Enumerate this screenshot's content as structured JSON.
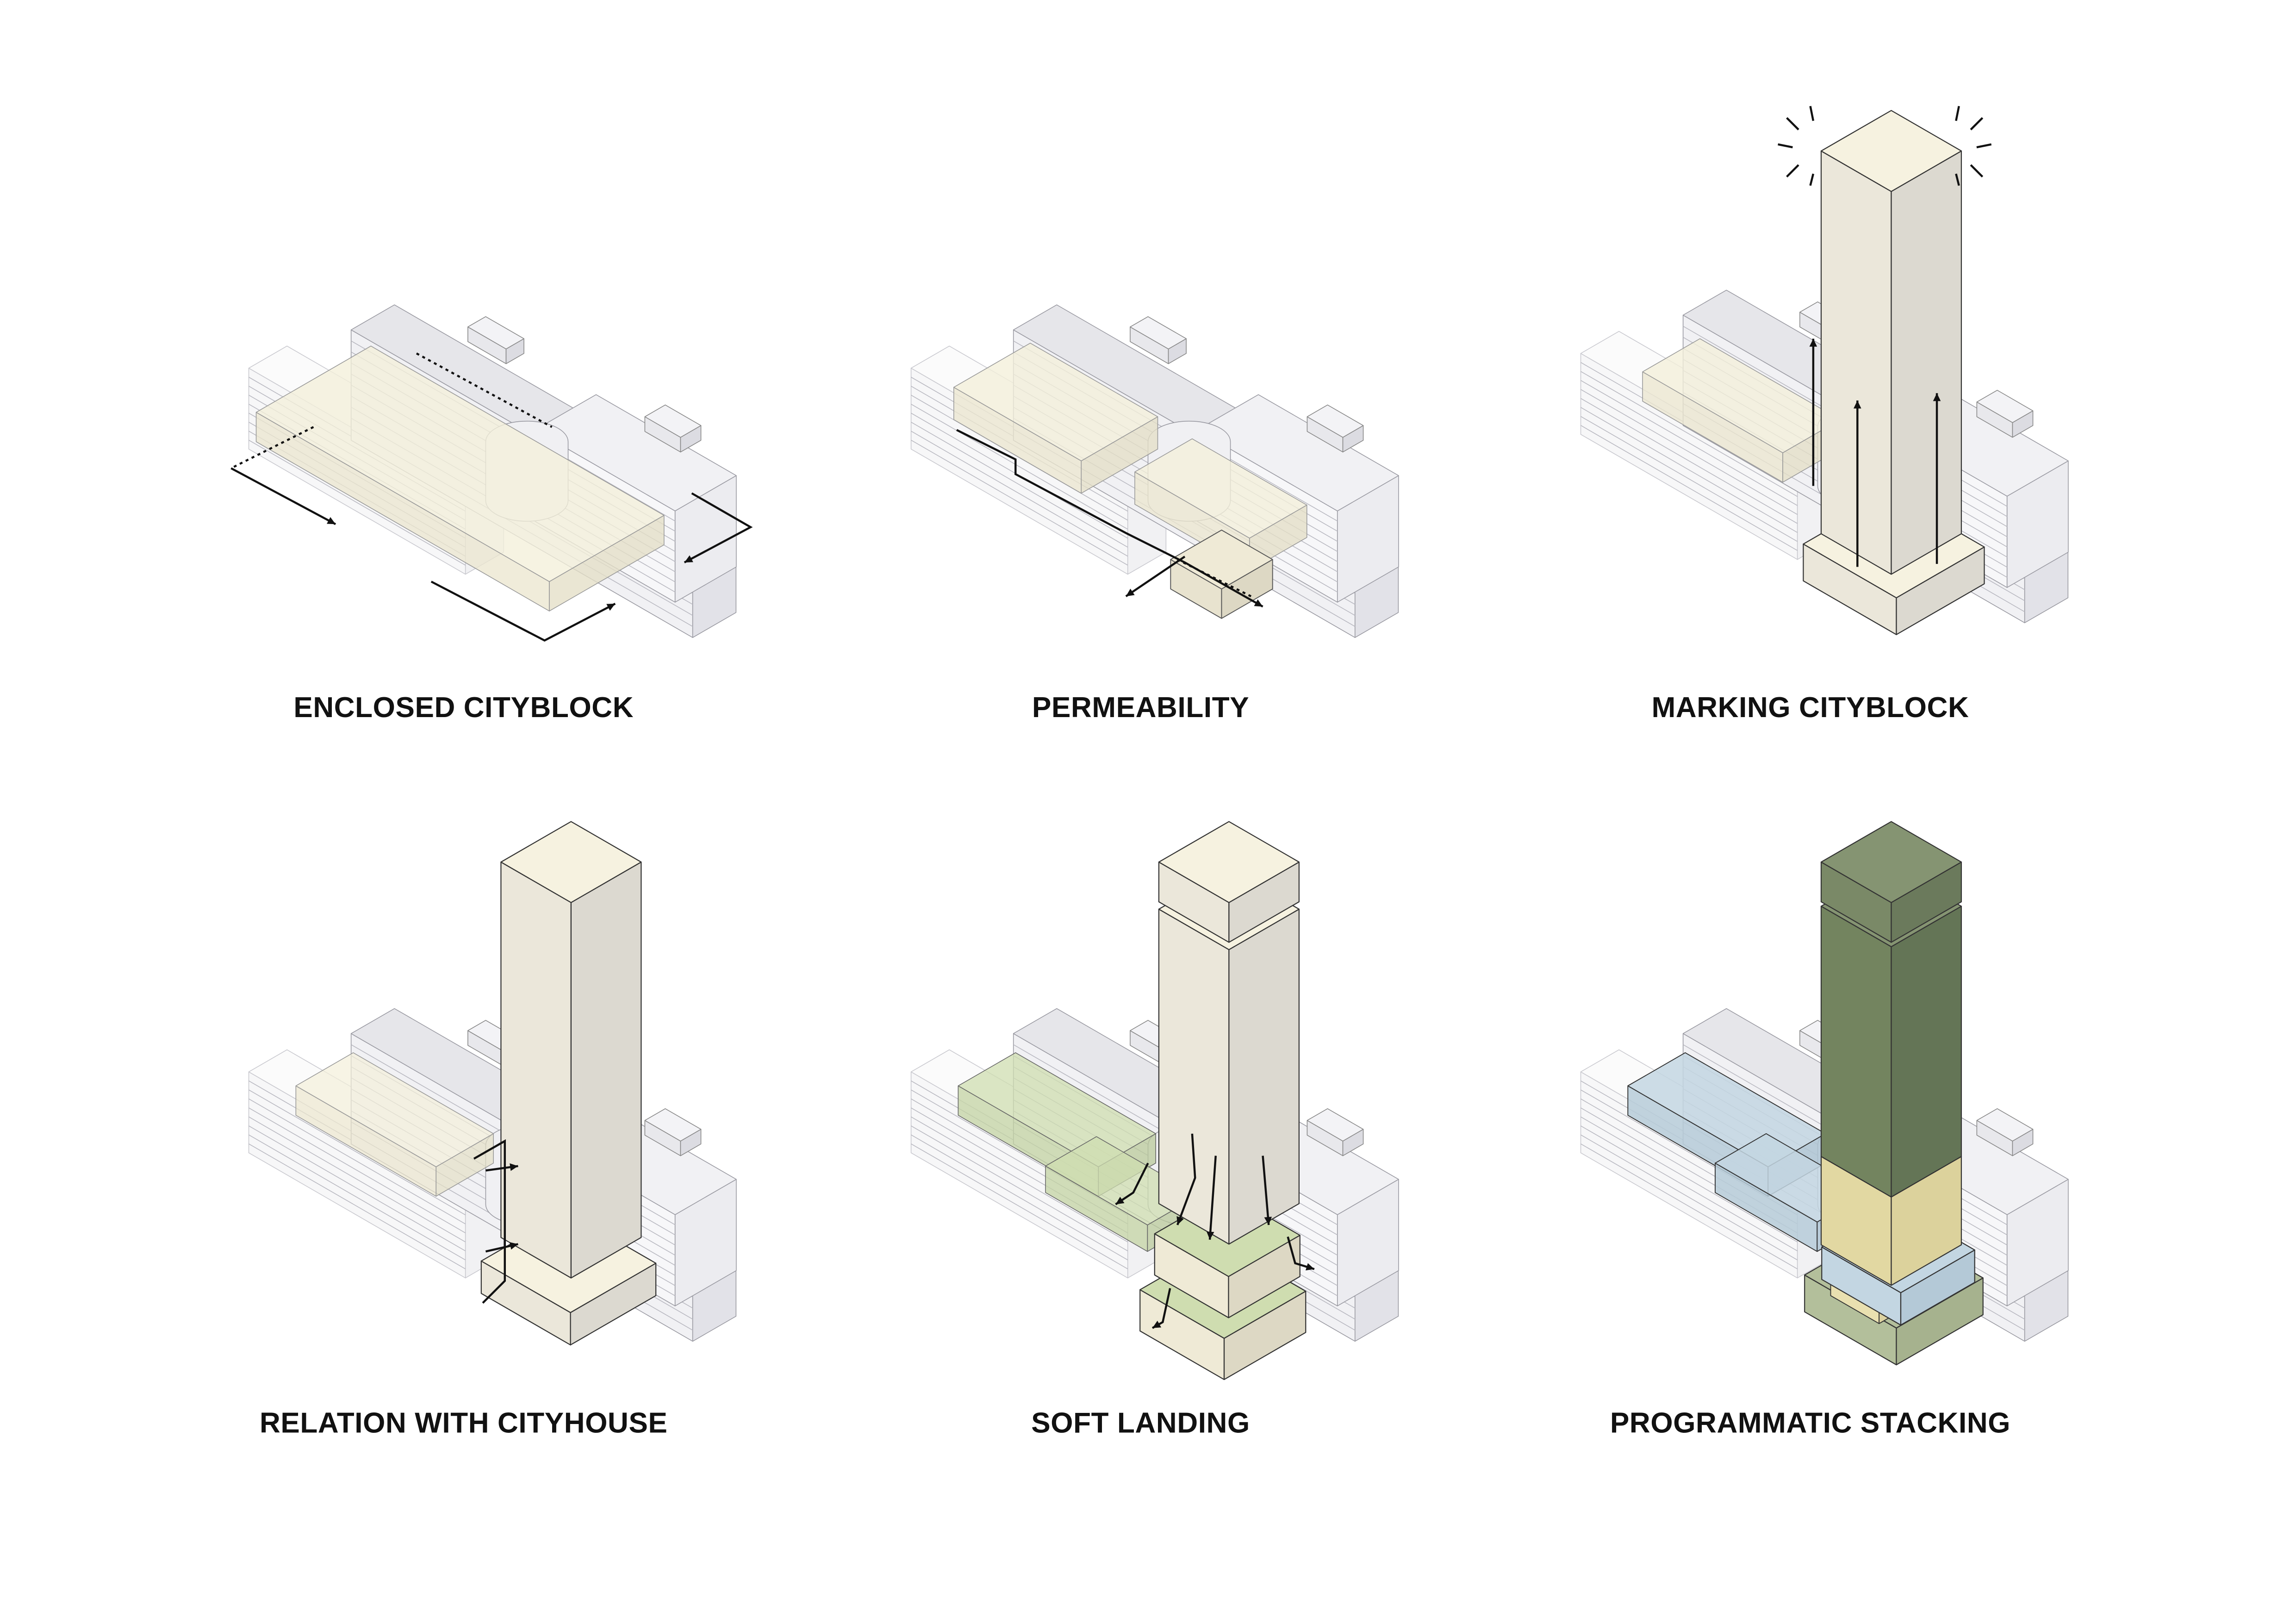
{
  "panels": [
    {
      "label": "ENCLOSED CITYBLOCK"
    },
    {
      "label": "PERMEABILITY"
    },
    {
      "label": "MARKING CITYBLOCK"
    },
    {
      "label": "RELATION WITH CITYHOUSE"
    },
    {
      "label": "SOFT LANDING"
    },
    {
      "label": "PROGRAMMATIC STACKING"
    }
  ],
  "colors": {
    "context_grey": "#e6e6ea",
    "context_white": "#f7f7f7",
    "courtyard_yellow": "#f4f0da",
    "tower_top": "#f6f2e0",
    "tower_left": "#ebe7da",
    "tower_right": "#dcd9d0",
    "green_cap": "#859472",
    "green_shaft": "#73845f",
    "green_shaft_dark": "#647556",
    "program_yellow": "#e2d8a2",
    "program_blue": "#c3d6e2",
    "program_green_base": "#b3bf9b",
    "soft_green": "#cfddb0"
  }
}
